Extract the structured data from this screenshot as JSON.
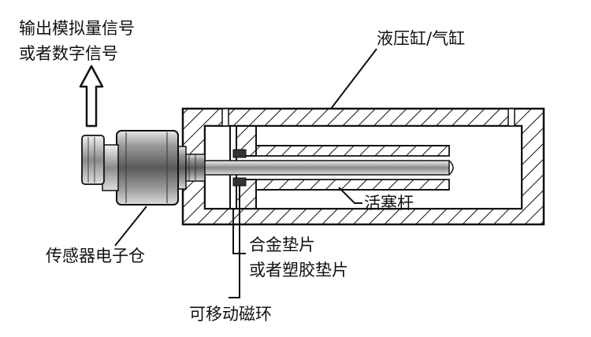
{
  "labels": {
    "output_line1": "输出模拟量信号",
    "output_line2": "或者数字信号",
    "cylinder": "液压缸/气缸",
    "piston_rod": "活塞杆",
    "sensor_housing": "传感器电子仓",
    "gasket_line1": "合金垫片",
    "gasket_line2": "或者塑胶垫片",
    "magnet_ring": "可移动磁环"
  },
  "colors": {
    "stroke": "#111111",
    "background": "#ffffff"
  }
}
